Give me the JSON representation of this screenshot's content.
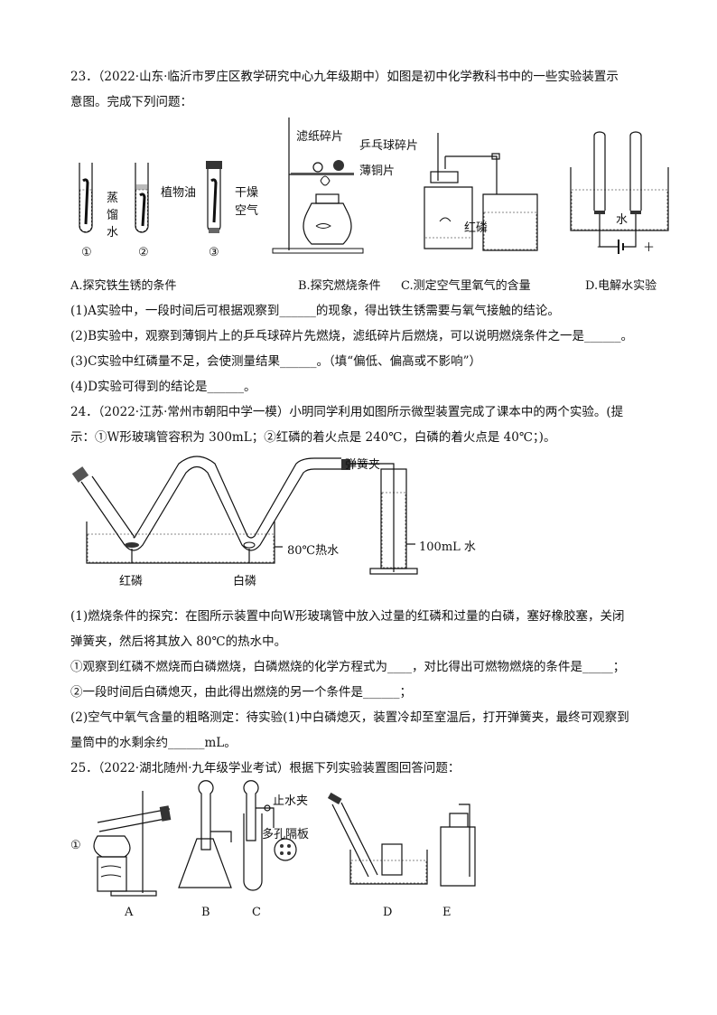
{
  "q23": {
    "header": "23．（2022·山东·临沂市罗庄区教学研究中心九年级期中）如图是初中化学教科书中的一些实验装置示",
    "header2": "意图。完成下列问题：",
    "figA": {
      "labels": {
        "water1": "蒸",
        "water2": "馏",
        "water3": "水",
        "oil": "植物油",
        "dry1": "干燥",
        "dry2": "空气",
        "n1": "①",
        "n2": "②",
        "n3": "③"
      }
    },
    "figB": {
      "labels": {
        "filter": "滤纸碎片",
        "pingpong": "乒乓球碎片",
        "copper": "薄铜片"
      }
    },
    "figC": {
      "labels": {
        "phosphorus": "红磷"
      }
    },
    "figD": {
      "labels": {
        "water": "水",
        "minus": "－",
        "plus": "＋"
      }
    },
    "captions": {
      "a": "A.探究铁生锈的条件",
      "b": "B.探究燃烧条件",
      "c": "C.测定空气里氧气的含量",
      "d": "D.电解水实验"
    },
    "q1": "(1)A实验中，一段时间后可根据观察到______的现象，得出铁生锈需要与氧气接触的结论。",
    "q2": "(2)B实验中，观察到薄铜片上的乒乓球碎片先燃烧，滤纸碎片后燃烧，可以说明燃烧条件之一是______。",
    "q3": "(3)C实验中红磷量不足，会使测量结果______。（填“偏低、偏高或不影响”）",
    "q4": "(4)D实验可得到的结论是______。"
  },
  "q24": {
    "header": "24．（2022·江苏·常州市朝阳中学一模）小明同学利用如图所示微型装置完成了课本中的两个实验。(提",
    "header2": "示：①W形玻璃管容积为 300mL；②红磷的着火点是 240℃，白磷的着火点是 40℃；)。",
    "fig": {
      "labels": {
        "clip": "弹簧夹",
        "hotwater": "80℃热水",
        "cylinder": "100mL 水",
        "red": "红磷",
        "white": "白磷"
      }
    },
    "p1": "(1)燃烧条件的探究：在图所示装置中向W形玻璃管中放入过量的红磷和过量的白磷，塞好橡胶塞，关闭",
    "p1b": "弹簧夹，然后将其放入 80℃的热水中。",
    "p2": "①观察到红磷不燃烧而白磷燃烧，白磷燃烧的化学方程式为____，对比得出可燃物燃烧的条件是_____；",
    "p3": "②一段时间后白磷熄灭，由此得出燃烧的另一个条件是______；",
    "p4": "(2)空气中氧气含量的粗略测定：待实验(1)中白磷熄灭，装置冷却至室温后，打开弹簧夹，最终可观察到",
    "p4b": "量筒中的水剩余约______mL。"
  },
  "q25": {
    "header": "25．（2022·湖北随州·九年级学业考试）根据下列实验装置图回答问题：",
    "fig": {
      "labels": {
        "n1": "①",
        "stop": "止水夹",
        "plate": "多孔隔板",
        "A": "A",
        "B": "B",
        "C": "C",
        "D": "D",
        "E": "E"
      }
    }
  }
}
